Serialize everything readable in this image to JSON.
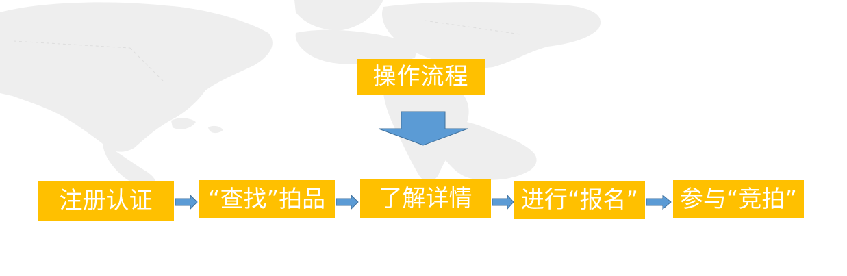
{
  "diagram": {
    "title": "操作流程",
    "steps": [
      {
        "label": "注册认证"
      },
      {
        "label": "“查找”拍品"
      },
      {
        "label": "了解详情"
      },
      {
        "label": "进行“报名”"
      },
      {
        "label": "参与“竞拍”"
      }
    ]
  },
  "colors": {
    "box_fill": "#FFC000",
    "box_text": "#FFFFFF",
    "arrow_fill": "#5B9BD5",
    "arrow_stroke": "#41719C",
    "map": "#EEEEEE"
  },
  "icons": {
    "background": "world-map-watermark",
    "flow_arrow": "right-arrow-icon",
    "title_arrow": "down-arrow-icon"
  }
}
